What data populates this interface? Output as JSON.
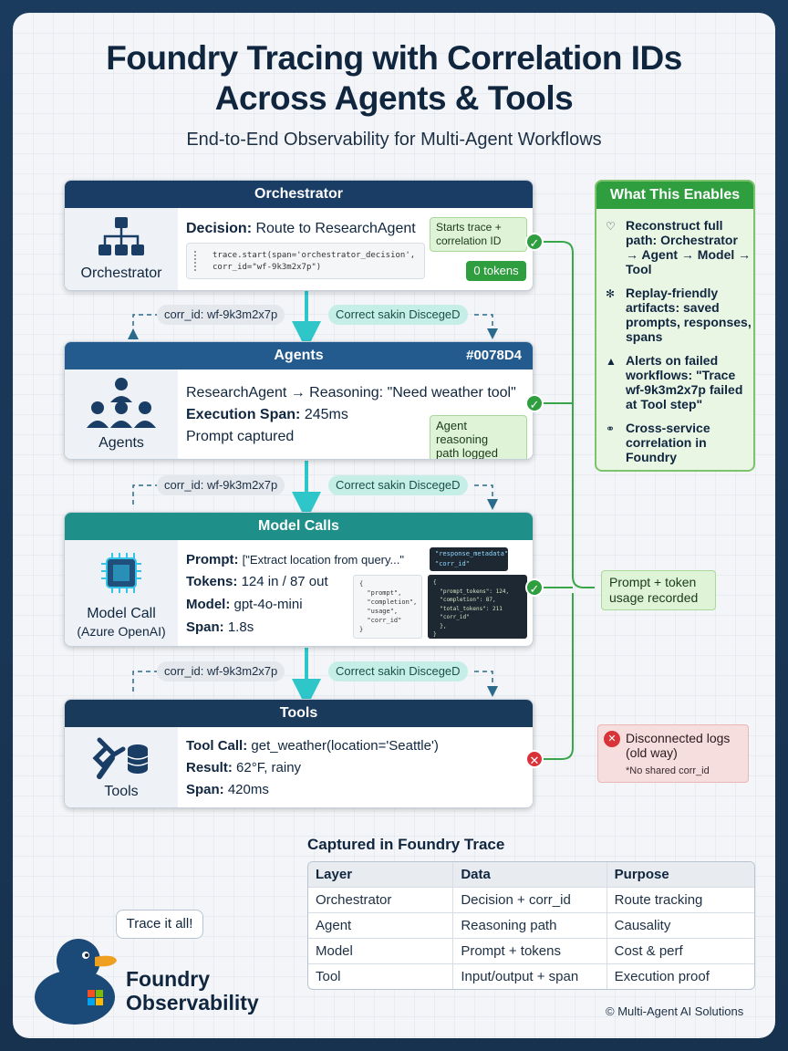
{
  "header": {
    "title_line1": "Foundry Tracing with Correlation IDs",
    "title_line2": "Across Agents & Tools",
    "subtitle": "End-to-End Observability for Multi-Agent Workflows"
  },
  "colors": {
    "orchestrator": "#1a3d66",
    "agents": "#235b8e",
    "model": "#1f8f8a",
    "tools": "#1a3a5c",
    "success": "#2e9e3f",
    "error": "#d9333a"
  },
  "orchestrator": {
    "header": "Orchestrator",
    "icon": "hierarchy-icon",
    "label": "Orchestrator",
    "decision_key": "Decision:",
    "decision_value": "Route to ResearchAgent",
    "code_line1": "trace.start(span='orchestrator_decision',",
    "code_line2": "corr_id=\"wf-9k3m2x7p\")",
    "badge_start": "Starts trace +",
    "badge_start_line2": "correlation ID",
    "badge_tokens": "0 tokens"
  },
  "connector": {
    "corr_id": "corr_id: wf-9k3m2x7p",
    "correct": "Correct sakin DiscegeD"
  },
  "agents": {
    "header": "Agents",
    "hex": "#0078D4",
    "icon": "people-icon",
    "label": "Agents",
    "line1": "ResearchAgent → Reasoning: \"Need weather tool\"",
    "span_key": "Execution Span:",
    "span_value": "245ms",
    "line3": "Prompt captured",
    "badge_line1": "Agent reasoning",
    "badge_line2": "path logged"
  },
  "model": {
    "header": "Model Calls",
    "icon": "chip-icon",
    "label_line1": "Model Call",
    "label_line2": "(Azure OpenAI)",
    "prompt_key": "Prompt:",
    "prompt_value": "[\"Extract location from query...\"",
    "tokens_key": "Tokens:",
    "tokens_value": "124 in / 87 out",
    "model_key": "Model:",
    "model_value": "gpt-4o-mini",
    "span_key": "Span:",
    "span_value": "1.8s",
    "code_top_line1": "\"response_metadata\"",
    "code_top_line2": "\"corr_id\"",
    "code_left": "{\n  \"prompt\",\n  \"completion\",\n  \"usage\",\n  \"corr_id\"\n}",
    "code_right": "{\n  \"prompt_tokens\": 124,\n  \"completion\": 87,\n  \"total_tokens\": 211\n  \"corr_id\"\n  },\n}"
  },
  "tools": {
    "header": "Tools",
    "icon": "wrench-icon",
    "label": "Tools",
    "call_key": "Tool Call:",
    "call_value": "get_weather(location='Seattle')",
    "result_key": "Result:",
    "result_value": "62°F, rainy",
    "span_key": "Span:",
    "span_value": "420ms"
  },
  "side_notes": {
    "prompt_token_line1": "Prompt + token",
    "prompt_token_line2": "usage recorded",
    "disconnected_line1": "Disconnected logs",
    "disconnected_line2": "(old way)",
    "disconnected_note": "*No shared corr_id"
  },
  "enables": {
    "title": "What This Enables",
    "items": [
      {
        "icon": "heart-icon",
        "text": "Reconstruct full path: Orchestrator → Agent → Model → Tool"
      },
      {
        "icon": "replay-icon",
        "text": "Replay-friendly artifacts: saved prompts, responses, spans"
      },
      {
        "icon": "warning-icon",
        "text": "Alerts on failed workflows: \"Trace wf-9k3m2x7p failed at Tool step\""
      },
      {
        "icon": "link-icon",
        "text": "Cross-service correlation in Foundry"
      }
    ]
  },
  "table": {
    "title": "Captured in Foundry Trace",
    "headers": [
      "Layer",
      "Data",
      "Purpose"
    ],
    "rows": [
      [
        "Orchestrator",
        "Decision + corr_id",
        "Route tracking"
      ],
      [
        "Agent",
        "Reasoning path",
        "Causality"
      ],
      [
        "Model",
        "Prompt + tokens",
        "Cost & perf"
      ],
      [
        "Tool",
        "Input/output + span",
        "Execution proof"
      ]
    ]
  },
  "mascot": {
    "bubble": "Trace it all!",
    "brand_line1": "Foundry",
    "brand_line2": "Observability"
  },
  "footer": {
    "copyright": "© Multi-Agent AI Solutions"
  }
}
